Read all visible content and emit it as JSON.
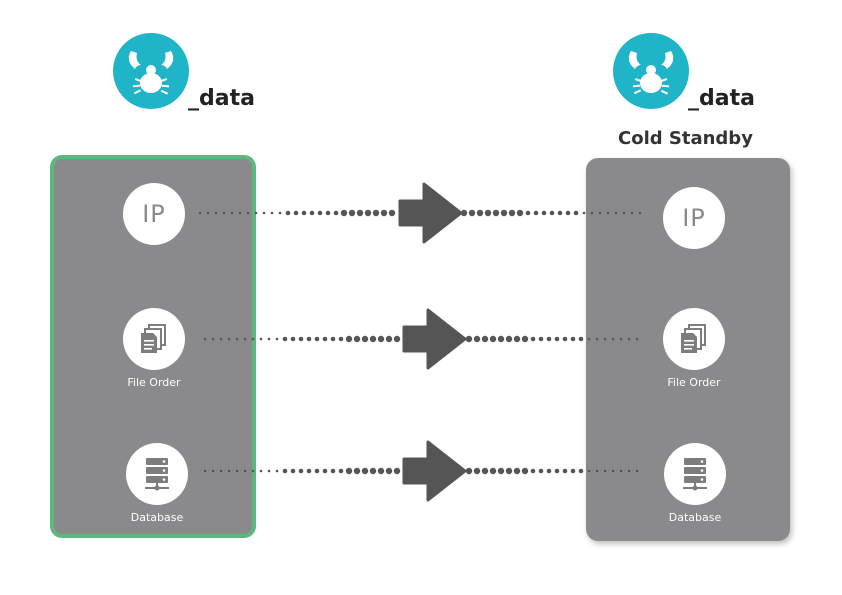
{
  "source": {
    "brand": "_data",
    "nodes": [
      {
        "label": "IP",
        "icon": "ip-text"
      },
      {
        "label": "File Order",
        "icon": "documents-icon"
      },
      {
        "label": "Database",
        "icon": "server-icon"
      }
    ]
  },
  "standby": {
    "brand": "_data",
    "title": "Cold Standby",
    "nodes": [
      {
        "label": "IP",
        "icon": "ip-text"
      },
      {
        "label": "File Order",
        "icon": "documents-icon"
      },
      {
        "label": "Database",
        "icon": "server-icon"
      }
    ]
  },
  "colors": {
    "logo": "#1fb4c8",
    "panel": "#8a8a8c",
    "active_border": "#5cb87c",
    "arrow": "#555555"
  }
}
